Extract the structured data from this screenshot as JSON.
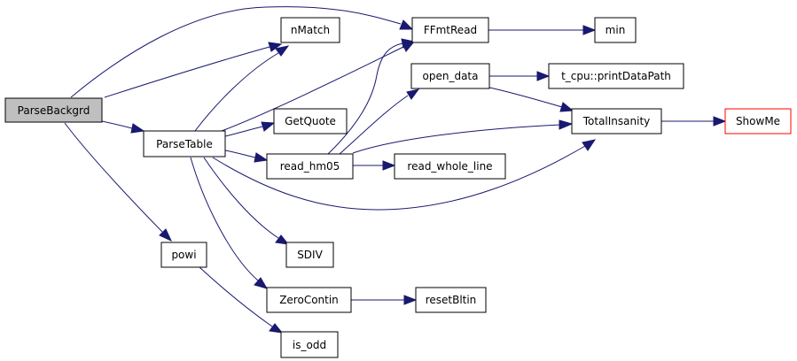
{
  "nodes": {
    "parsebackgrd": "ParseBackgrd",
    "parsetable": "ParseTable",
    "powi": "powi",
    "is_odd": "is_odd",
    "nmatch": "nMatch",
    "ffmtread": "FFmtRead",
    "min": "min",
    "getquote": "GetQuote",
    "open_data": "open_data",
    "printdatapath": "t_cpu::printDataPath",
    "totalinsanity": "TotalInsanity",
    "showme": "ShowMe",
    "read_hm05": "read_hm05",
    "read_whole_line": "read_whole_line",
    "sdiv": "SDIV",
    "zerocontin": "ZeroContin",
    "resetbltin": "resetBltin"
  },
  "colors": {
    "edge": "#191970",
    "root_fill": "#bfbfbf",
    "truncated_border": "#ff0000"
  }
}
